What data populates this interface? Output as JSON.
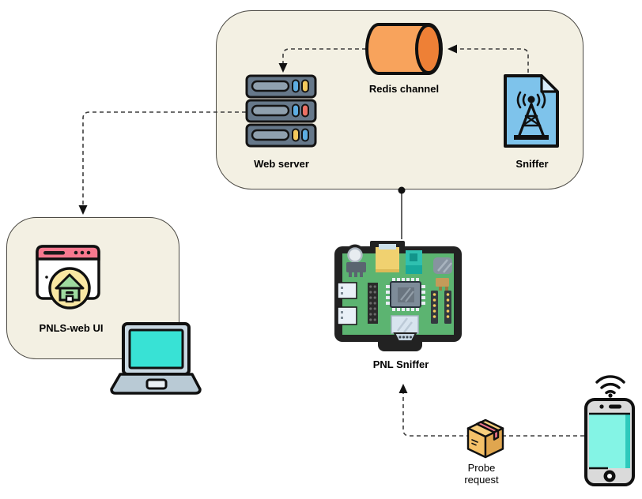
{
  "diagram": {
    "groups": [
      {
        "id": "backend-group",
        "contains": [
          "Web server",
          "Redis channel",
          "Sniffer"
        ]
      },
      {
        "id": "client-group",
        "contains": [
          "PNLS-web UI"
        ]
      }
    ],
    "nodes": {
      "web_server": {
        "label": "Web server",
        "icon": "server-stack-icon"
      },
      "redis_channel": {
        "label": "Redis channel",
        "icon": "database-cylinder-icon"
      },
      "sniffer": {
        "label": "Sniffer",
        "icon": "antenna-document-icon"
      },
      "pnls_web_ui": {
        "label": "PNLS-web UI",
        "icon": "browser-home-icon"
      },
      "laptop": {
        "icon": "laptop-icon"
      },
      "pnl_sniffer": {
        "label": "PNL Sniffer",
        "icon": "circuit-board-icon"
      },
      "probe_request": {
        "label": "Probe request",
        "icon": "package-icon"
      },
      "smartphone": {
        "icon": "smartphone-icon"
      }
    },
    "edges": [
      {
        "from": "Redis channel",
        "to": "Web server",
        "style": "dashed-arrow"
      },
      {
        "from": "Sniffer",
        "to": "Redis channel",
        "style": "dashed-arrow"
      },
      {
        "from": "Web server",
        "to": "PNLS-web UI",
        "style": "dashed-arrow"
      },
      {
        "from": "backend-group",
        "to": "PNL Sniffer",
        "style": "solid-line-with-dot"
      },
      {
        "from": "smartphone",
        "to": "PNL Sniffer",
        "style": "dashed-arrow",
        "via": "Probe request"
      }
    ],
    "colors": {
      "group_fill": "#F3F0E3",
      "group_border": "#4C4A44",
      "redis_orange": "#F8A35C",
      "redis_cap_orange": "#EE8036",
      "sniffer_blue": "#7EC3EB",
      "browser_pink": "#F8798F",
      "house_green": "#9EDA9F",
      "house_circle_yellow": "#F9E7A3",
      "laptop_screen_cyan": "#38E2D5",
      "phone_screen_cyan": "#84F4E5",
      "board_green": "#5CB471",
      "package_yellow": "#F7CE7D",
      "tape_pink": "#F2758D",
      "connector_line": "#3E3E3E"
    }
  }
}
